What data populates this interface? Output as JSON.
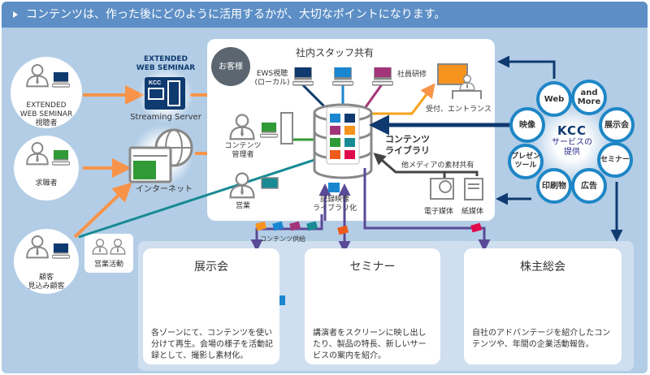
{
  "header": {
    "title": "コンテンツは、作った後にどのように活用するかが、大切なポイントになります。"
  },
  "left": {
    "viewer_label": "EXTENDED\nWEB SEMINAR\n視聴者",
    "jobseeker_label": "求職者",
    "customer_label": "顧客\n見込み顧客",
    "sales_activity_label": "営業活動",
    "ews_brand": "EXTENDED\nWEB SEMINAR",
    "streaming_server_label": "Streaming Server",
    "internet_label": "インターネット"
  },
  "staff": {
    "title": "社内スタッフ共有",
    "customer_badge": "お客様",
    "ews_local_label": "EWS視聴\n(ローカル)",
    "training_label": "社員研修",
    "reception_label": "受付、エントランス",
    "content_manager_label": "コンテンツ\n管理者",
    "sales_label": "営業",
    "library_label": "コンテンツ\nライブラリ",
    "other_media_label": "他メディアの素材共有",
    "electronic_media_label": "電子媒体",
    "paper_media_label": "紙媒体",
    "recorded_video_label": "記録映像\nライブラリ化",
    "content_supply_label": "コンテンツ供給"
  },
  "services": {
    "brand": "KCC",
    "center_label": "サービスの\n提供",
    "items": [
      "Web",
      "and\nMore",
      "映像",
      "展示会",
      "プレゼン\nツール",
      "セミナー",
      "印刷物",
      "広告"
    ]
  },
  "cards": [
    {
      "title": "展示会",
      "text": "各ゾーンにて、コンテンツを使い分けて再生。会場の様子を活動記録として、撮影し素材化。"
    },
    {
      "title": "セミナー",
      "text": "講演者をスクリーンに映し出したり、製品の特長、新しいサービスの案内を紹介。"
    },
    {
      "title": "株主総会",
      "text": "自社のアドバンテージを紹介したコンテンツや、年間の企業活動報告。"
    }
  ],
  "colors": {
    "header": "#5d8fc6",
    "background": "#b3cde6",
    "orange_arrow": "#f7944a",
    "navy": "#0f3a70",
    "purple": "#5a4a96",
    "ring_blue": "#1e86c6"
  }
}
